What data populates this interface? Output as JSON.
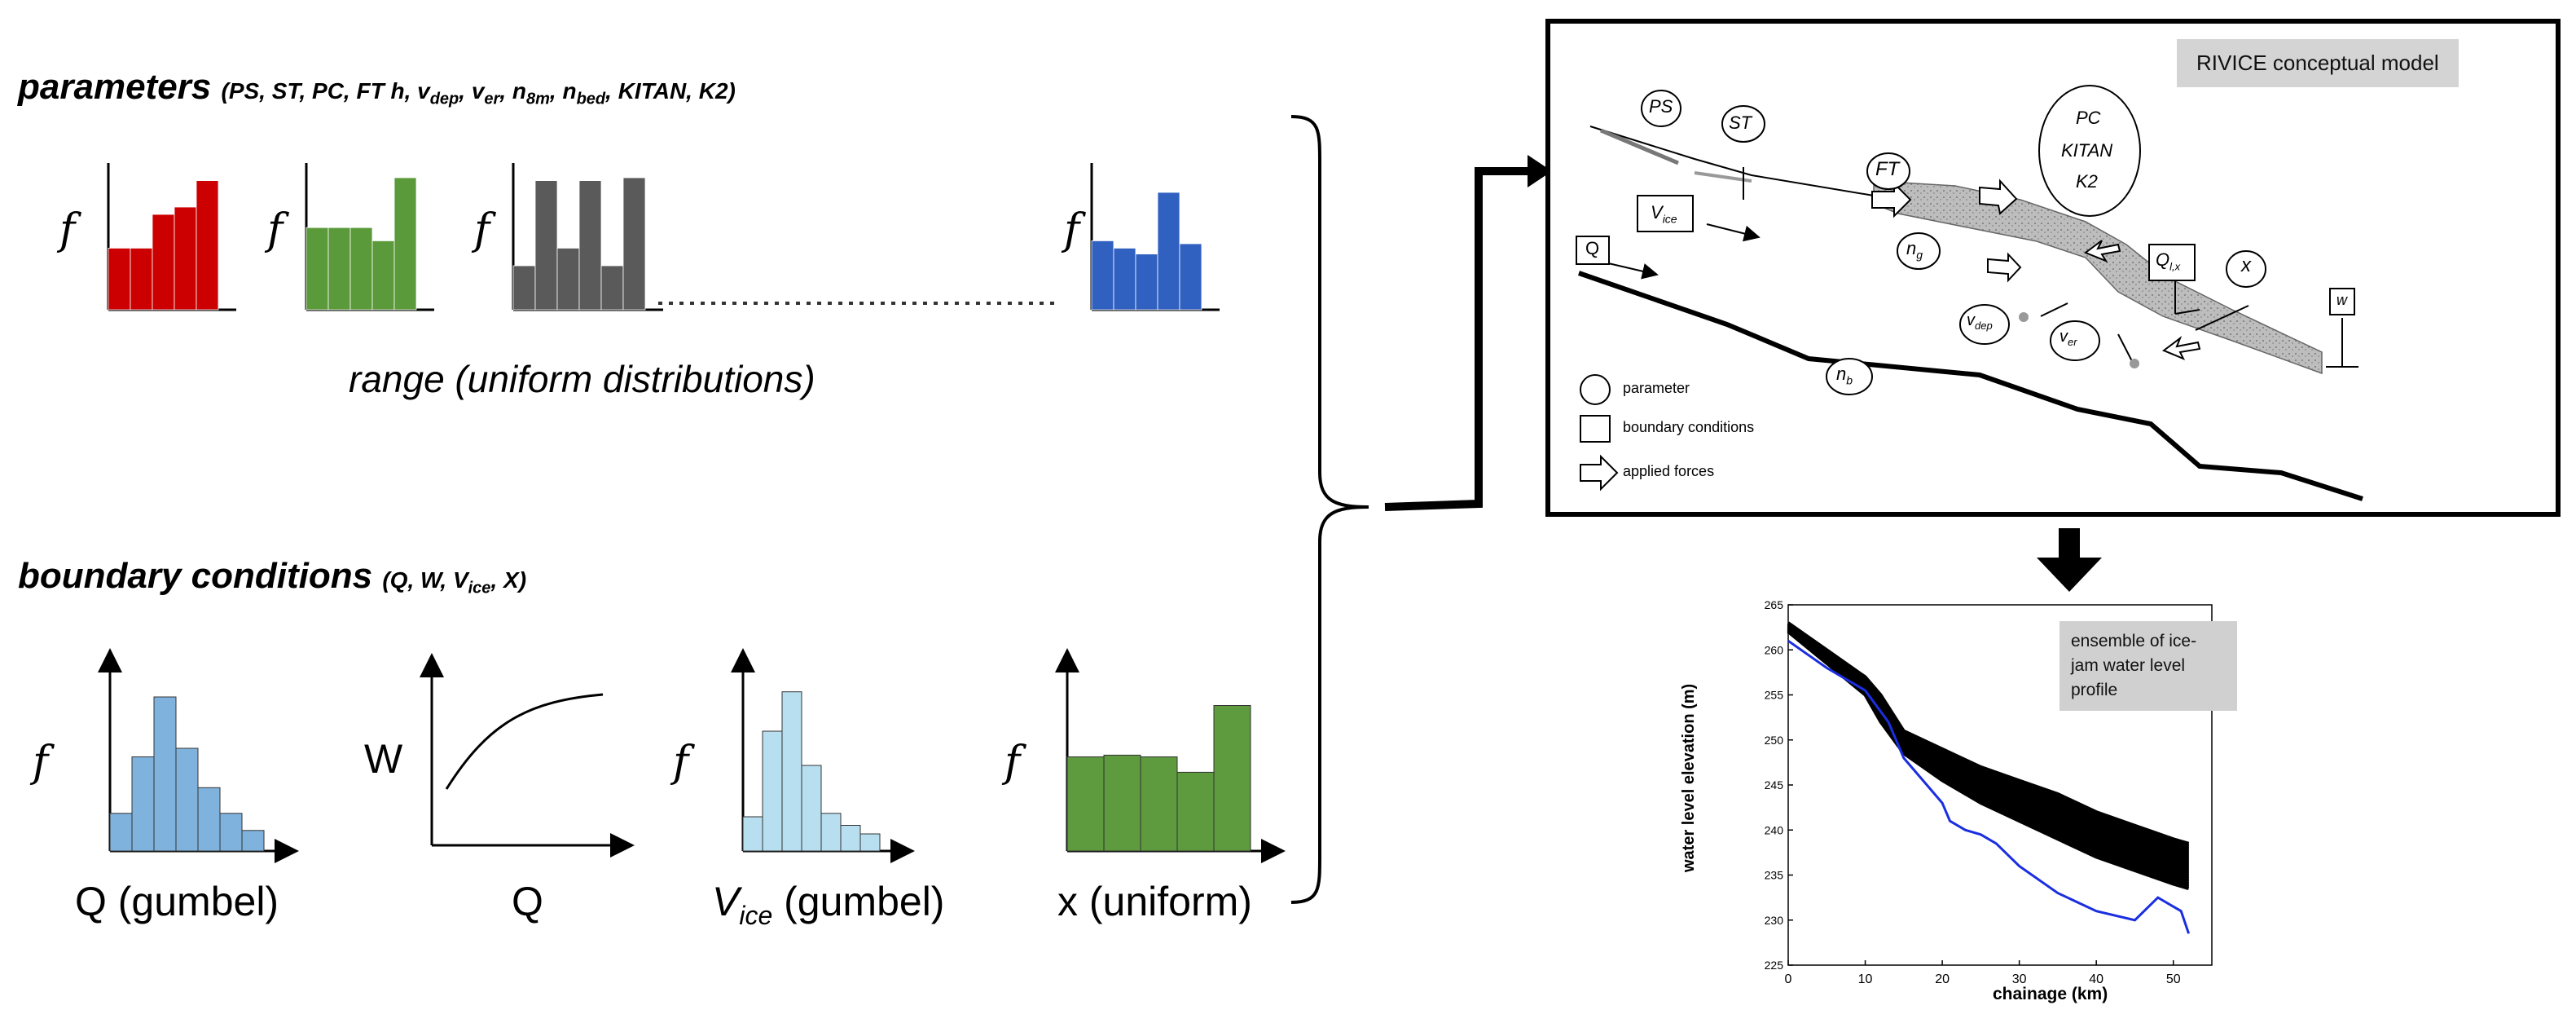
{
  "parameters": {
    "title": "parameters",
    "list": [
      "PS",
      "ST",
      "PC",
      "FT h",
      "v_dep",
      "v_er",
      "n_8m",
      "n_bed",
      "KITAN",
      "K2"
    ],
    "freq_label": "f",
    "range_caption": "range (uniform distributions)",
    "histograms": [
      {
        "color": "#cc0000",
        "values": [
          0.42,
          0.42,
          0.65,
          0.7,
          0.88
        ]
      },
      {
        "color": "#5a9a3a",
        "values": [
          0.56,
          0.56,
          0.56,
          0.47,
          0.9
        ]
      },
      {
        "color": "#5a5a5a",
        "values": [
          0.3,
          0.88,
          0.42,
          0.88,
          0.3,
          0.9
        ]
      },
      {
        "color": "#3060c0",
        "values": [
          0.47,
          0.42,
          0.38,
          0.8,
          0.45
        ]
      }
    ],
    "hist_colors": {
      "red": "#cc0000",
      "green": "#5a9a3a",
      "gray": "#5a5a5a",
      "blue": "#3060c0"
    }
  },
  "boundary": {
    "title": "boundary conditions",
    "list": [
      "Q",
      "W",
      "V_ice",
      "X"
    ],
    "panels": [
      {
        "axis_label": "f",
        "caption": "Q (gumbel)",
        "color": "#7fb3de",
        "values": [
          0.22,
          0.55,
          0.9,
          0.6,
          0.37,
          0.22,
          0.12
        ]
      },
      {
        "axis_label": "W",
        "caption": "Q",
        "type": "curve"
      },
      {
        "axis_label": "f",
        "caption_main": "V",
        "caption_sub": "ice",
        "caption_rest": " (gumbel)",
        "color": "#b8dff0",
        "values": [
          0.2,
          0.7,
          0.93,
          0.5,
          0.22,
          0.15,
          0.1
        ]
      },
      {
        "axis_label": "f",
        "caption": "x (uniform)",
        "color": "#5e9a3e",
        "values": [
          0.55,
          0.56,
          0.55,
          0.46,
          0.85
        ]
      }
    ]
  },
  "model": {
    "title": "RIVICE conceptual model",
    "labels": {
      "PS": "PS",
      "ST": "ST",
      "FT": "FT",
      "PC": "PC",
      "KITAN": "KITAN",
      "K2": "K2",
      "Vice": "V",
      "Vice_sub": "ice",
      "Q": "Q",
      "ng": "n",
      "ng_sub": "g",
      "nb": "n",
      "nb_sub": "b",
      "Qlx": "Q",
      "Qlx_sub": "l,x",
      "x": "x",
      "w": "w",
      "vdep": "v",
      "vdep_sub": "dep",
      "ver": "v",
      "ver_sub": "er"
    },
    "legend": [
      "parameter",
      "boundary conditions",
      "applied forces"
    ]
  },
  "ensemble": {
    "box_text": [
      "ensemble of ice-",
      "jam water level",
      "profile"
    ],
    "ylabel": "water level elevation (m)",
    "xlabel": "chainage (km)"
  },
  "chart_data": {
    "type": "line",
    "title": "",
    "xlabel": "chainage (km)",
    "ylabel": "water level elevation (m)",
    "xlim": [
      0,
      55
    ],
    "ylim": [
      225,
      265
    ],
    "x_ticks": [
      0,
      10,
      20,
      30,
      40,
      50
    ],
    "y_ticks": [
      225,
      230,
      235,
      240,
      245,
      250,
      255,
      260,
      265
    ],
    "series": [
      {
        "x": [
          0,
          5,
          10,
          12,
          15,
          20,
          25,
          30,
          35,
          40,
          45,
          50,
          52
        ],
        "y": [
          263,
          260,
          257,
          255,
          251,
          249,
          247,
          245.5,
          244,
          242,
          240.5,
          239,
          238.5
        ]
      },
      {
        "x": [
          0,
          5,
          10,
          12,
          15,
          20,
          25,
          30,
          35,
          40,
          45,
          50,
          52
        ],
        "y": [
          262,
          258.5,
          255,
          252,
          248.5,
          245.5,
          243,
          241,
          239,
          237,
          235.5,
          234,
          233.5
        ]
      },
      {
        "x": [
          0,
          5,
          10,
          13,
          15,
          18,
          20,
          21,
          23,
          25,
          27,
          30,
          35,
          40,
          45,
          48,
          50,
          51,
          52
        ],
        "y": [
          261,
          258,
          255.5,
          252,
          248,
          245,
          243,
          241,
          240,
          239.5,
          238.5,
          236,
          233,
          231,
          230,
          232.5,
          231.5,
          231,
          228.5
        ]
      }
    ]
  }
}
